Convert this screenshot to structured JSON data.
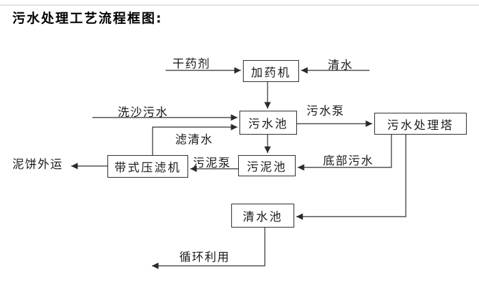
{
  "title": "污水处理工艺流程框图:",
  "nodes": {
    "dosing_machine": "加药机",
    "sewage_pool": "污水池",
    "treatment_tower": "污水处理塔",
    "sludge_pool": "污泥池",
    "belt_filter_press": "带式压滤机",
    "clean_water_pool": "清水池"
  },
  "flow_labels": {
    "dry_chemical": "干药剂",
    "clean_water": "清水",
    "sand_washing_sewage": "洗沙污水",
    "filtered_water": "滤清水",
    "sewage_pump": "污水泵",
    "bottom_sewage": "底部污水",
    "sludge_pump": "污泥泵",
    "sludge_cake_out": "泥饼外运",
    "recycling": "循环利用"
  },
  "edges": [
    {
      "label": "干药剂",
      "from": null,
      "to": "加药机"
    },
    {
      "label": "清水",
      "from": null,
      "to": "加药机"
    },
    {
      "label": "",
      "from": "加药机",
      "to": "污水池"
    },
    {
      "label": "洗沙污水",
      "from": null,
      "to": "污水池"
    },
    {
      "label": "滤清水",
      "from": "带式压滤机",
      "to": "污水池"
    },
    {
      "label": "污水泵",
      "from": "污水池",
      "to": "污水处理塔"
    },
    {
      "label": "",
      "from": "污水池",
      "to": "污泥池"
    },
    {
      "label": "底部污水",
      "from": "污水处理塔",
      "to": "污泥池"
    },
    {
      "label": "污泥泵",
      "from": "污泥池",
      "to": "带式压滤机"
    },
    {
      "label": "泥饼外运",
      "from": "带式压滤机",
      "to": null
    },
    {
      "label": "",
      "from": "污水处理塔",
      "to": "清水池"
    },
    {
      "label": "循环利用",
      "from": "清水池",
      "to": null
    }
  ],
  "colors": {
    "line": "#2a2a2a",
    "text": "#000000",
    "background": "#ffffff"
  }
}
